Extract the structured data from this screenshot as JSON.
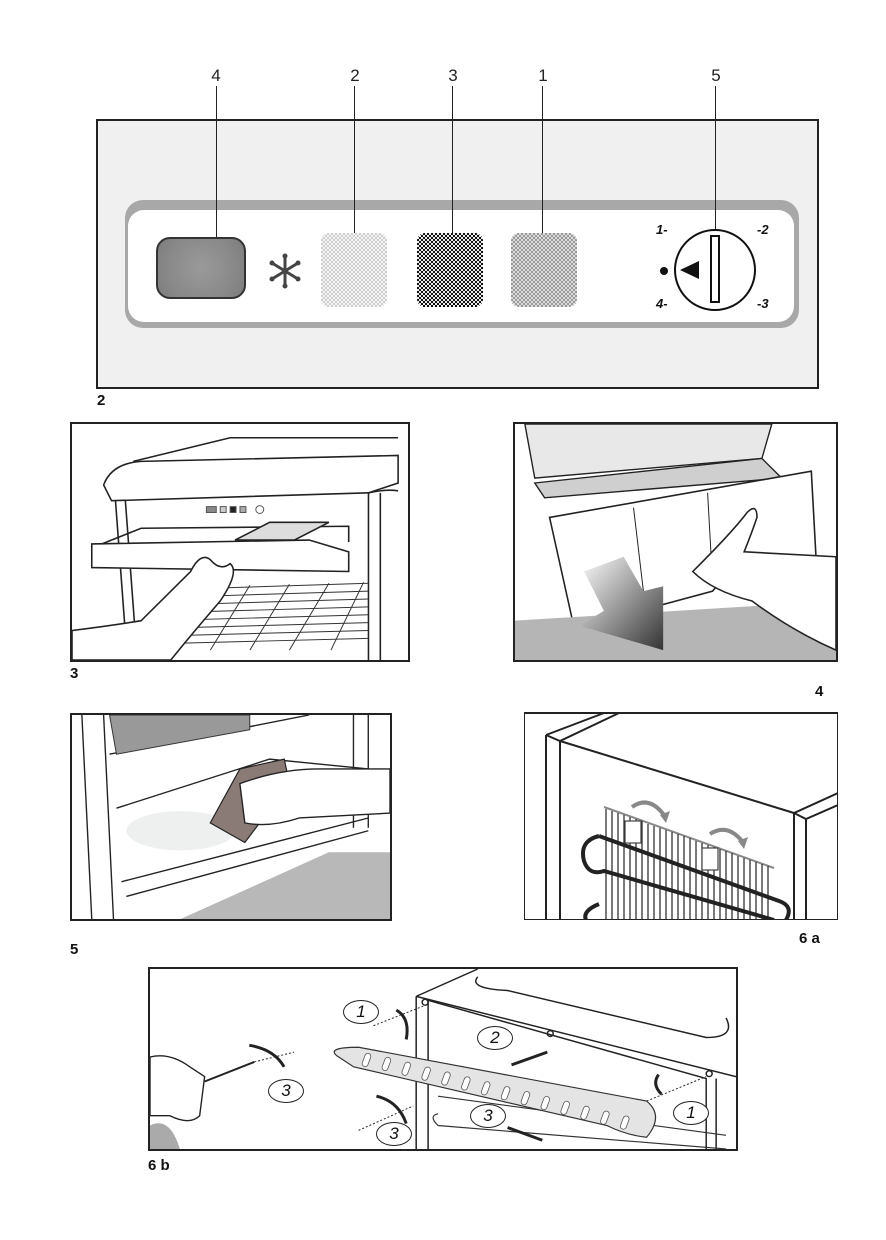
{
  "figures": {
    "fig2": {
      "label": "2",
      "callouts": [
        "4",
        "2",
        "3",
        "1",
        "5"
      ],
      "controls": {
        "button_4": "button-icon",
        "snowflake": "snowflake-icon",
        "indicator_2": "light-indicator",
        "indicator_3": "dark-indicator",
        "indicator_1": "medium-indicator",
        "dial_5": "thermostat-dial"
      },
      "dial": {
        "marks": [
          "1-",
          "-2",
          "4-",
          "-3"
        ]
      }
    },
    "fig3": {
      "label": "3"
    },
    "fig4": {
      "label": "4"
    },
    "fig5": {
      "label": "5"
    },
    "fig6a": {
      "label": "6 a"
    },
    "fig6b": {
      "label": "6 b",
      "steps": [
        "1",
        "2",
        "3",
        "3",
        "3",
        "1"
      ]
    }
  },
  "colors": {
    "panel_bg": "#f0f0f0",
    "strip": "#a8a8a8",
    "line": "#222222",
    "cloth": "#8b7b76",
    "floor_gray": "#b8b8b8"
  }
}
